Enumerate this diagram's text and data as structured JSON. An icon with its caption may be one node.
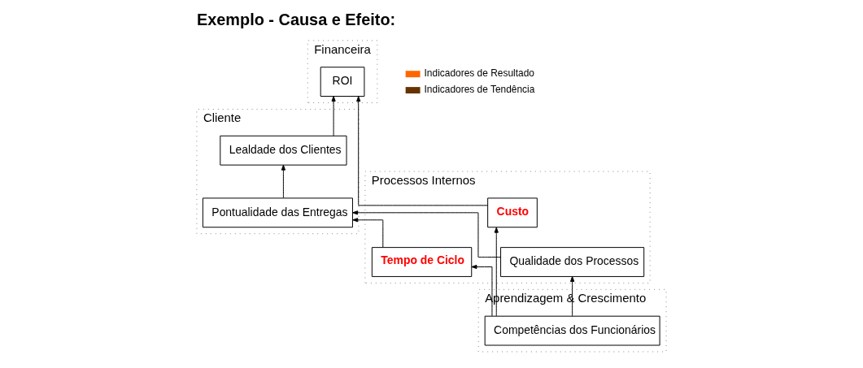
{
  "diagram": {
    "title": "Exemplo - Causa e Efeito:",
    "nodes": [
      {
        "text": [
          "Financeira"
        ]
      },
      {
        "text": [
          "ROI"
        ],
        "in": 0
      },
      {
        "text": [
          "Cliente"
        ]
      },
      {
        "text": [
          "Lealdade dos Clientes"
        ],
        "in": 2
      },
      {
        "text": [
          "Pontualidade das Entregas"
        ],
        "in": 2
      },
      {
        "text": [
          "Processos Internos"
        ]
      },
      {
        "text": [
          "Custo"
        ],
        "in": 5
      },
      {
        "text": [
          "Qualidade dos Processos"
        ],
        "in": 5
      },
      {
        "text": [
          "Tempo de Ciclo"
        ],
        "in": 5
      },
      {
        "text": [
          "Aprendizagem & Crescimento"
        ]
      },
      {
        "text": [
          "Competências dos Funcionários"
        ],
        "in": 9
      }
    ],
    "edges": [
      {
        "from": 6,
        "to": 1,
        "arrow": "to"
      },
      {
        "from": 3,
        "to": 1,
        "arrow": "to"
      },
      {
        "from": 4,
        "to": 3,
        "arrow": "to"
      },
      {
        "from": 7,
        "to": 4,
        "arrow": "to"
      },
      {
        "from": 8,
        "to": 4,
        "arrow": "to"
      },
      {
        "from": 10,
        "to": 6,
        "arrow": "to"
      },
      {
        "from": 10,
        "to": 7,
        "arrow": "to"
      },
      {
        "from": 10,
        "to": 8,
        "arrow": "to"
      }
    ],
    "legend": [
      {
        "text": "Indicadores de Resultado",
        "color": "#ff6600"
      },
      {
        "text": "Indicadores de Tendência",
        "color": "#663300"
      }
    ]
  }
}
